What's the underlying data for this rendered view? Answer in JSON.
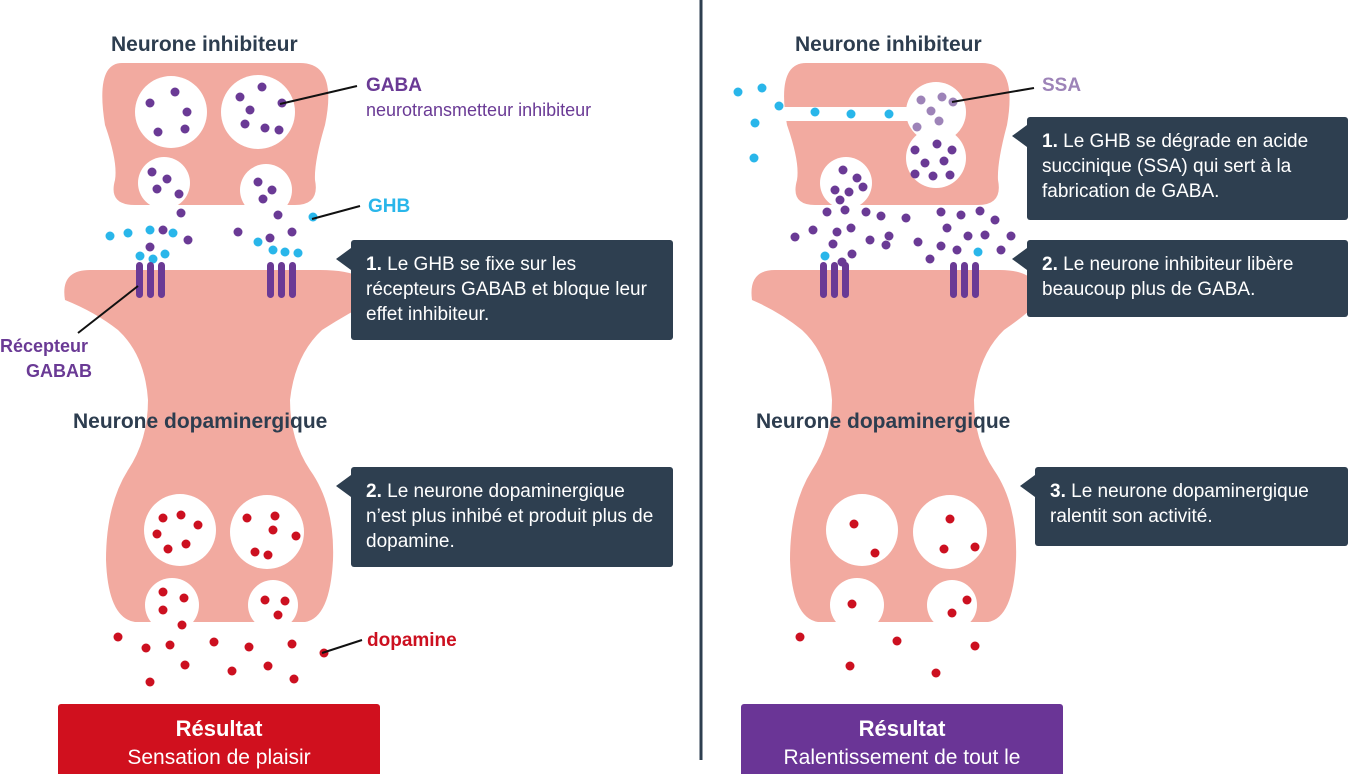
{
  "left": {
    "title_top": "Neurone inhibiteur",
    "gaba_label": "GABA",
    "gaba_sub": "neurotransmetteur inhibiteur",
    "ghb_label": "GHB",
    "receptor_line1": "Récepteur",
    "receptor_line2": "GABAB",
    "title_bottom": "Neurone dopaminergique",
    "dopamine_label": "dopamine",
    "box1_num": "1.",
    "box1_text": " Le GHB se fixe sur les récepteurs GABAB et bloque leur effet inhibiteur.",
    "box2_num": "2.",
    "box2_text": " Le neurone dopaminergique n’est plus inhibé et produit plus de dopamine.",
    "result_title": "Résultat",
    "result_text": "Sensation de plaisir"
  },
  "right": {
    "title_top": "Neurone inhibiteur",
    "ssa_label": "SSA",
    "title_bottom": "Neurone dopaminergique",
    "box1_num": "1.",
    "box1_text": " Le GHB se dégrade en acide succinique (SSA) qui sert à la fabrication de GABA.",
    "box2_num": "2.",
    "box2_text": " Le neurone inhibiteur libère beaucoup plus de GABA.",
    "box3_num": "3.",
    "box3_text": " Le neurone dopaminergique ralentit son activité.",
    "result_title": "Résultat",
    "result_text": "Ralentissement de tout le"
  },
  "colors": {
    "neuron": "#f2aaa0",
    "gaba": "#6a3a95",
    "ghb": "#29b6ea",
    "dopamine": "#cc1020",
    "ssa": "#9d83b8",
    "box": "#2e3f50",
    "result_left": "#d0101e",
    "result_right": "#6a3596",
    "divider": "#2e3f50"
  }
}
